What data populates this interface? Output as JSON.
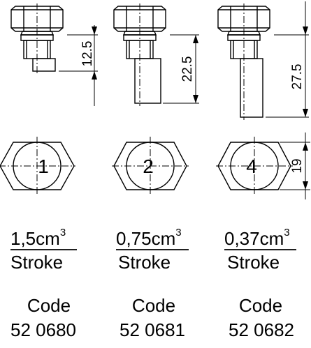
{
  "components": [
    {
      "number": "1",
      "dimension": "12.5",
      "volume": "1,5cm",
      "volume_exponent": "3",
      "per_label": "Stroke",
      "code_label": "Code",
      "code": "52 0680"
    },
    {
      "number": "2",
      "dimension": "22.5",
      "volume": "0,75cm",
      "volume_exponent": "3",
      "per_label": "Stroke",
      "code_label": "Code",
      "code": "52 0681"
    },
    {
      "number": "4",
      "dimension": "27.5",
      "volume": "0,37cm",
      "volume_exponent": "3",
      "per_label": "Stroke",
      "code_label": "Code",
      "code": "52 0682"
    }
  ],
  "hex_dimension": "19",
  "colors": {
    "line": "#000000",
    "background": "#ffffff"
  }
}
